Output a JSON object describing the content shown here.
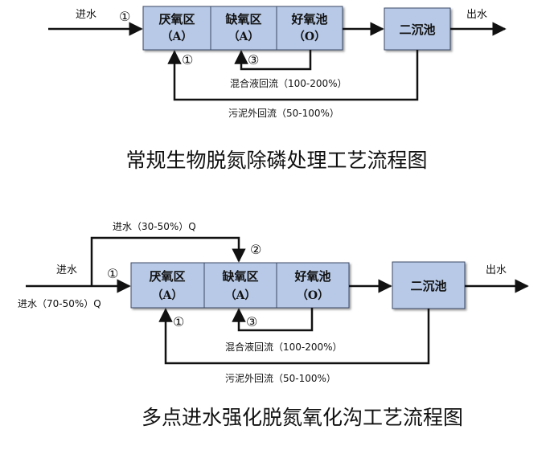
{
  "top_diagram": {
    "inflow_label": "进水",
    "outflow_label": "出水",
    "boxes": [
      {
        "title": "厌氧区",
        "sub": "（A）"
      },
      {
        "title": "缺氧区",
        "sub": "（A）"
      },
      {
        "title": "好氧池",
        "sub": "（O）"
      },
      {
        "title": "二沉池",
        "sub": ""
      }
    ],
    "markers": [
      "①",
      "①",
      "③"
    ],
    "internal_return_label": "混合液回流（100-200%）",
    "sludge_return_label": "污泥外回流（50-100%）",
    "caption": "常规生物脱氮除磷处理工艺流程图"
  },
  "bottom_diagram": {
    "inflow_label": "进水",
    "split_inflow_top_label": "进水（30-50%）Q",
    "split_inflow_bottom_label": "进水（70-50%）Q",
    "outflow_label": "出水",
    "boxes": [
      {
        "title": "厌氧区",
        "sub": "（A）"
      },
      {
        "title": "缺氧区",
        "sub": "（A）"
      },
      {
        "title": "好氧池",
        "sub": "（O）"
      },
      {
        "title": "二沉池",
        "sub": ""
      }
    ],
    "markers": [
      "①",
      "②",
      "①",
      "③"
    ],
    "internal_return_label": "混合液回流（100-200%）",
    "sludge_return_label": "污泥外回流（50-100%）",
    "caption": "多点进水强化脱氮氧化沟工艺流程图"
  },
  "colors": {
    "box_fill": "#b7c9e6",
    "box_stroke": "#3a4a66",
    "line": "#111111"
  }
}
